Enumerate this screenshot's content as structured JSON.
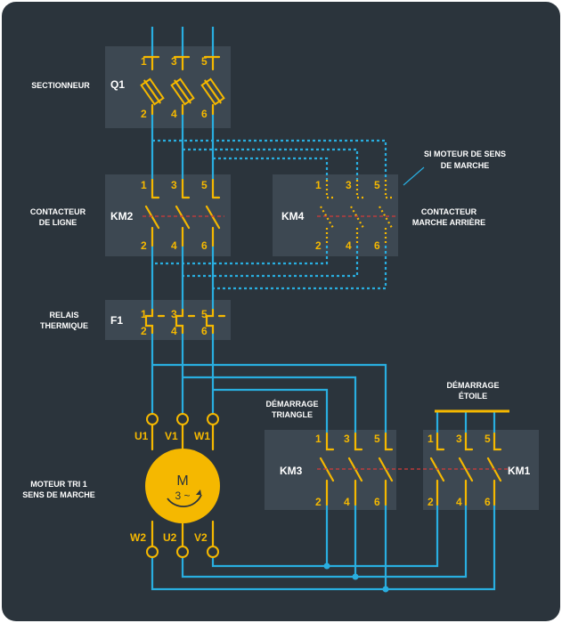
{
  "labels": {
    "sectionneur": "SECTIONNEUR",
    "contacteur_ligne_1": "CONTACTEUR",
    "contacteur_ligne_2": "DE LIGNE",
    "relais_1": "RELAIS",
    "relais_2": "THERMIQUE",
    "moteur_1": "MOTEUR TRI 1",
    "moteur_2": "SENS DE MARCHE",
    "si_moteur_1": "SI MOTEUR DE SENS",
    "si_moteur_2": "DE MARCHE",
    "marche_arriere_1": "CONTACTEUR",
    "marche_arriere_2": "MARCHE ARRIÈRE",
    "triangle_1": "DÉMARRAGE",
    "triangle_2": "TRIANGLE",
    "etoile_1": "DÉMARRAGE",
    "etoile_2": "ÉTOILE"
  },
  "components": {
    "q1": "Q1",
    "km2": "KM2",
    "km4": "KM4",
    "f1": "F1",
    "km3": "KM3",
    "km1": "KM1"
  },
  "terminals": {
    "top": [
      "1",
      "3",
      "5"
    ],
    "bottom": [
      "2",
      "4",
      "6"
    ]
  },
  "motor": {
    "symbol": "M",
    "phases": "3 ~",
    "top_terminals": [
      "U1",
      "V1",
      "W1"
    ],
    "bottom_terminals": [
      "W2",
      "U2",
      "V2"
    ]
  },
  "colors": {
    "background": "#2b343c",
    "box": "#3d4852",
    "wire": "#29aee0",
    "accent": "#f5b800",
    "interlock": "#d63a3a"
  }
}
